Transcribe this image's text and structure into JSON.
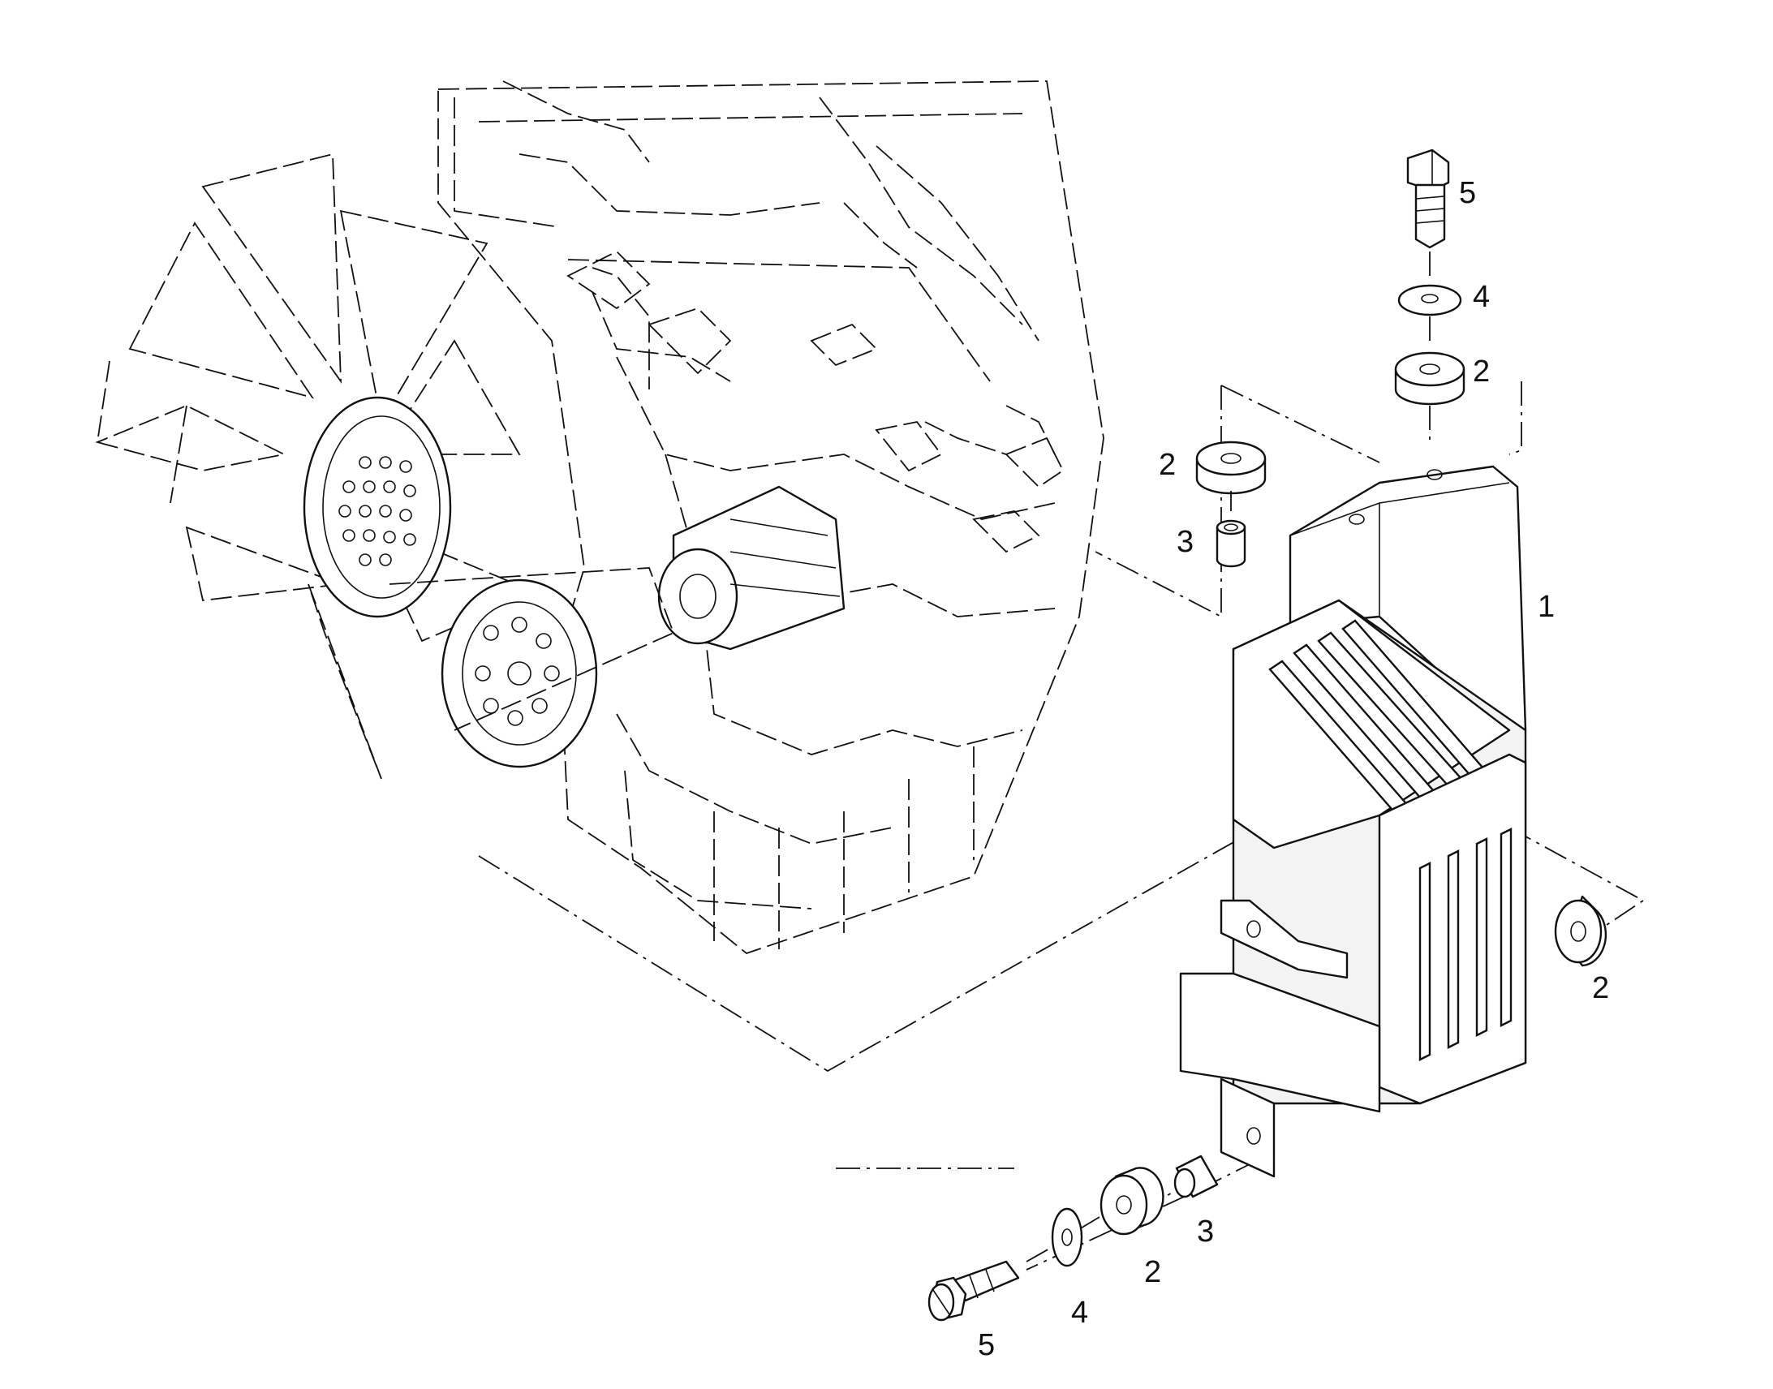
{
  "callouts": {
    "c1": "1",
    "c2a": "2",
    "c2b": "2",
    "c2c": "2",
    "c2d": "2",
    "c3a": "3",
    "c3b": "3",
    "c4a": "4",
    "c4b": "4",
    "c5a": "5",
    "c5b": "5"
  }
}
